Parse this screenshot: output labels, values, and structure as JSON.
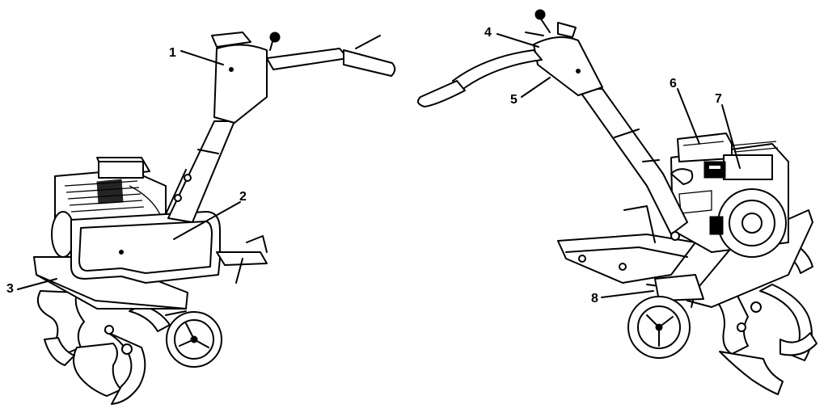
{
  "callouts": [
    "1",
    "2",
    "3",
    "4",
    "5",
    "6",
    "7",
    "8"
  ],
  "colors": {
    "line": "#000000",
    "background": "#ffffff"
  }
}
